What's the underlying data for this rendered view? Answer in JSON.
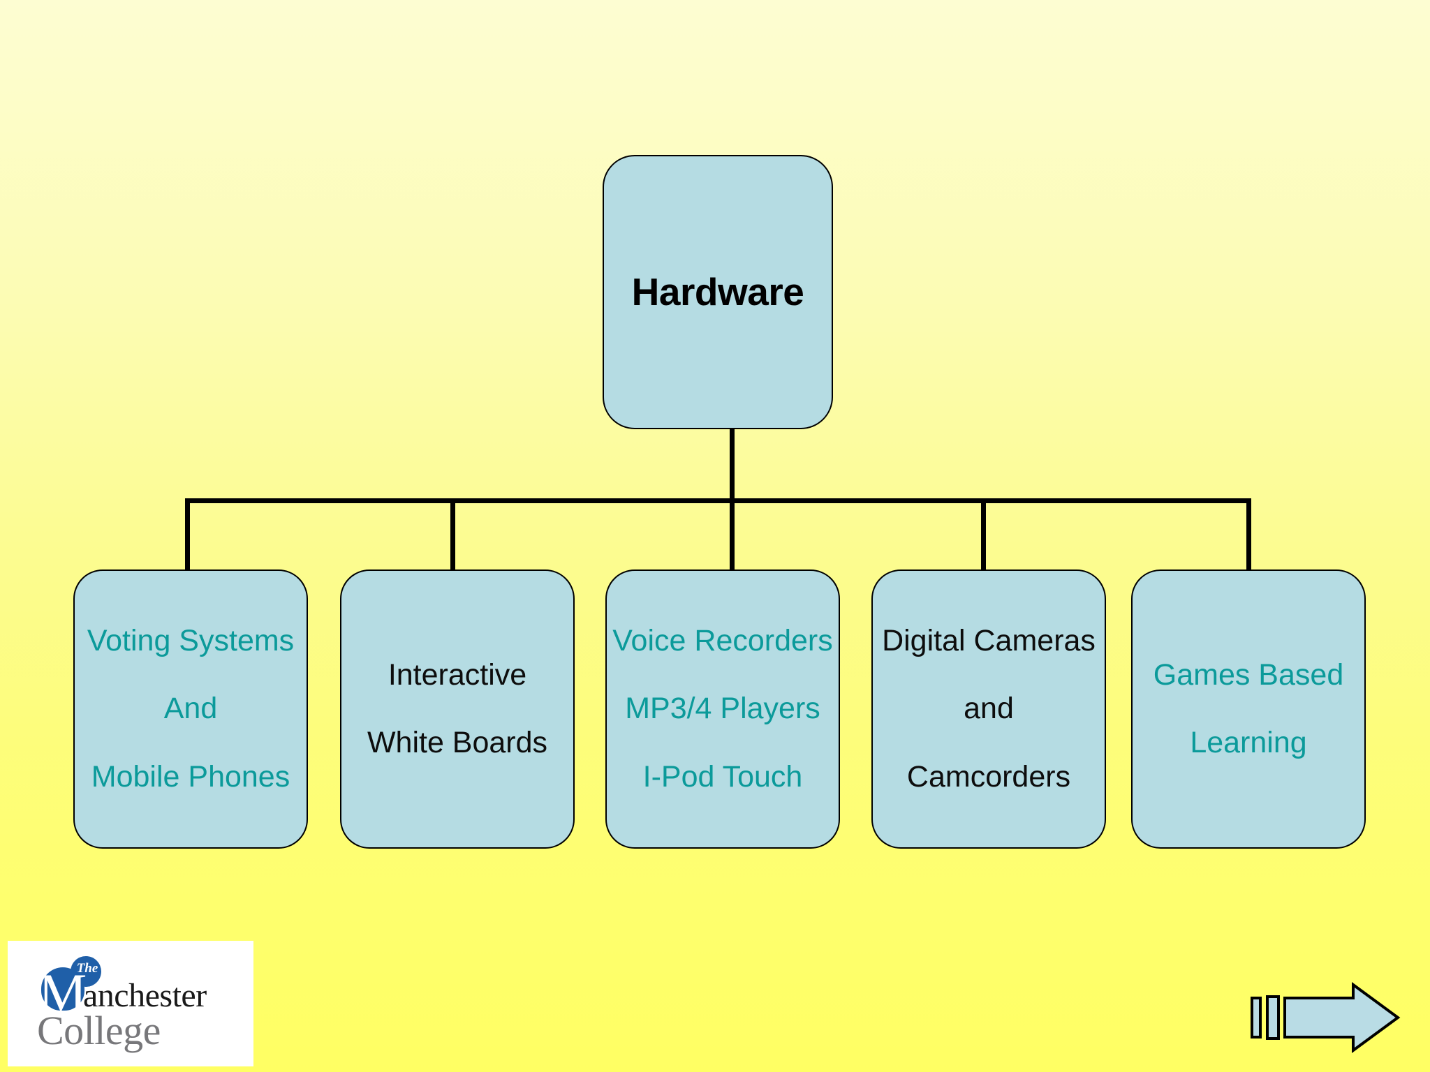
{
  "slide": {
    "background_top_color": "#fdfdd2",
    "background_bottom_color": "#ffff63",
    "node_fill_color": "#b5dce3",
    "node_border_color": "#000000",
    "teal_text_color": "#0b9a9a",
    "black_text_color": "#0d0d0d",
    "connector_color": "#000000"
  },
  "diagram": {
    "root": {
      "label": "Hardware",
      "lines": [
        "Hardware"
      ],
      "text_color": "#000000",
      "bold": true
    },
    "children": [
      {
        "id": "voting-systems-and-mobile-phones",
        "lines": [
          "Voting Systems",
          "And",
          "Mobile Phones"
        ],
        "text_color": "#0b9a9a"
      },
      {
        "id": "interactive-white-boards",
        "lines": [
          "Interactive",
          "White Boards"
        ],
        "text_color": "#0d0d0d"
      },
      {
        "id": "voice-recorders-mp3-ipod",
        "lines": [
          "Voice Recorders",
          "MP3/4 Players",
          "I-Pod Touch"
        ],
        "text_color": "#0b9a9a"
      },
      {
        "id": "digital-cameras-and-camcorders",
        "lines": [
          "Digital Cameras",
          "and",
          "Camcorders"
        ],
        "text_color": "#0d0d0d"
      },
      {
        "id": "games-based-learning",
        "lines": [
          "Games Based",
          "Learning"
        ],
        "text_color": "#0b9a9a"
      }
    ]
  },
  "logo": {
    "name": "the-manchester-college-logo",
    "the": "The",
    "m": "M",
    "anchester": "anchester",
    "college": "College",
    "blue": "#1f5fa8",
    "grey": "#77777a"
  },
  "next_arrow": {
    "name": "next-slide-arrow",
    "direction": "right",
    "fill": "#b9dce5",
    "stroke": "#000000"
  }
}
